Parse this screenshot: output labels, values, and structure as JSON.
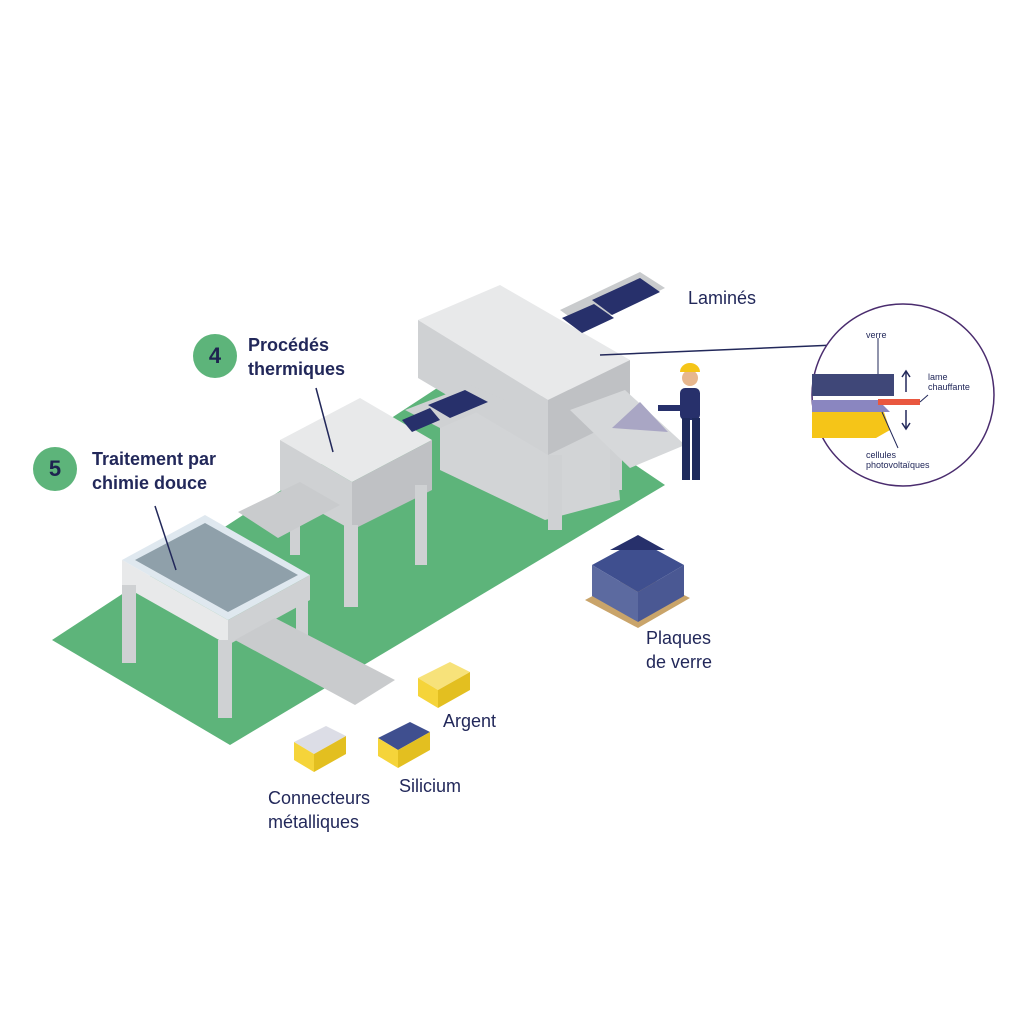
{
  "steps": [
    {
      "number": "4",
      "label": "Procédés\nthermiques"
    },
    {
      "number": "5",
      "label": "Traitement par\nchimie douce"
    }
  ],
  "labels": {
    "lamines": "Laminés",
    "plaques": "Plaques\nde verre",
    "argent": "Argent",
    "silicium": "Silicium",
    "connecteurs": "Connecteurs\nmétalliques"
  },
  "inset": {
    "verre": "verre",
    "lame": "lame\nchauffante",
    "cellules": "cellules\nphotovoltaïques"
  },
  "colors": {
    "floor": "#5db47a",
    "machine": "#e2e3e5",
    "panel": "#27306b",
    "bin": "#f5d43a",
    "text": "#22285a",
    "accent_red": "#e9573f"
  }
}
